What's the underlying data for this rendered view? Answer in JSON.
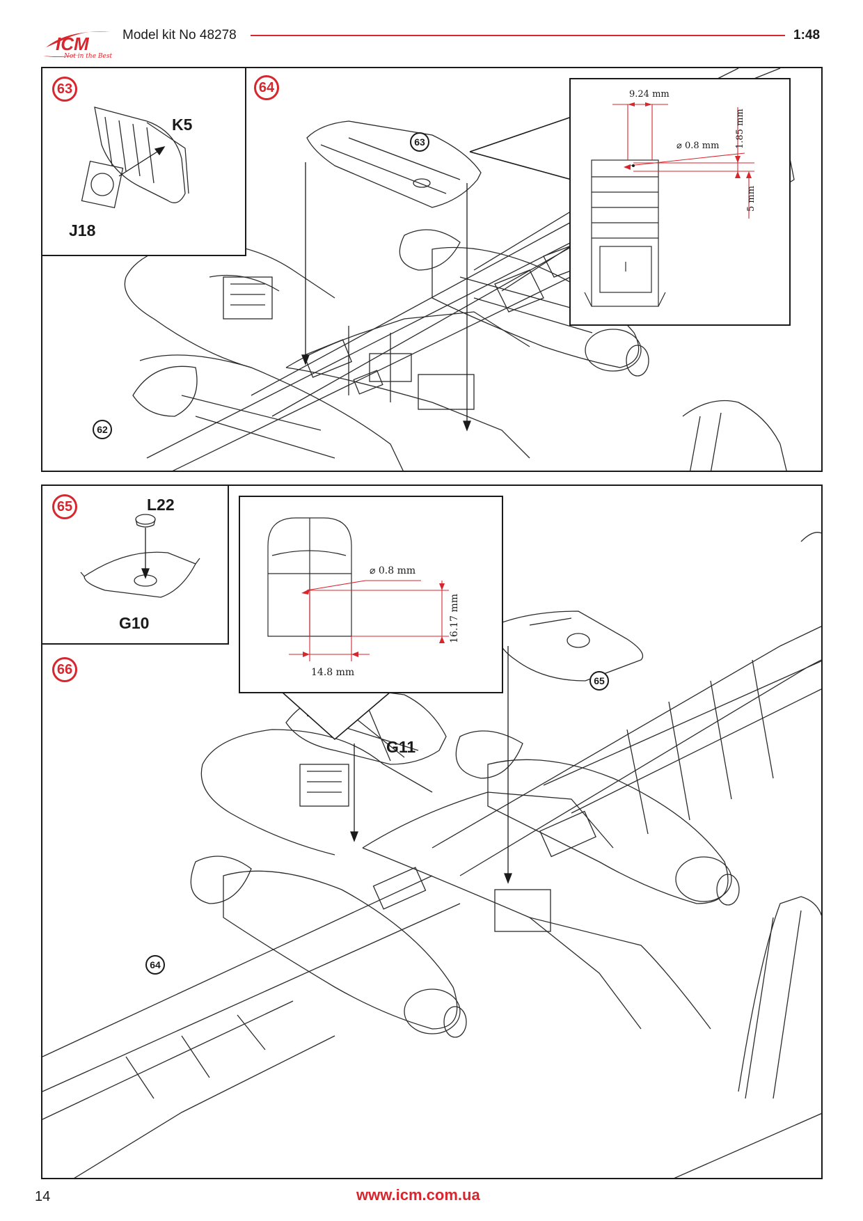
{
  "header": {
    "logo_text": "ICM",
    "logo_tagline": "Not in the Best",
    "title": "Model kit No 48278",
    "scale": "1:48"
  },
  "steps": [
    {
      "number": "63",
      "parts": [
        "K5",
        "J18"
      ]
    },
    {
      "number": "64",
      "refs": [
        "63",
        "62"
      ],
      "dims": {
        "width": "9.24 mm",
        "hole": "⌀ 0.8 mm",
        "offset_top": "1.85 mm",
        "offset_side": "5 mm"
      }
    },
    {
      "number": "65",
      "parts": [
        "L22",
        "G10"
      ]
    },
    {
      "number": "66",
      "parts": [
        "G11"
      ],
      "refs": [
        "65",
        "64"
      ],
      "dims": {
        "hole": "⌀ 0.8 mm",
        "height": "16.17 mm",
        "width": "14.8 mm"
      }
    }
  ],
  "footer": {
    "page_number": "14",
    "website": "www.icm.com.ua"
  },
  "colors": {
    "accent": "#d7262e",
    "line": "#1a1a1a"
  }
}
